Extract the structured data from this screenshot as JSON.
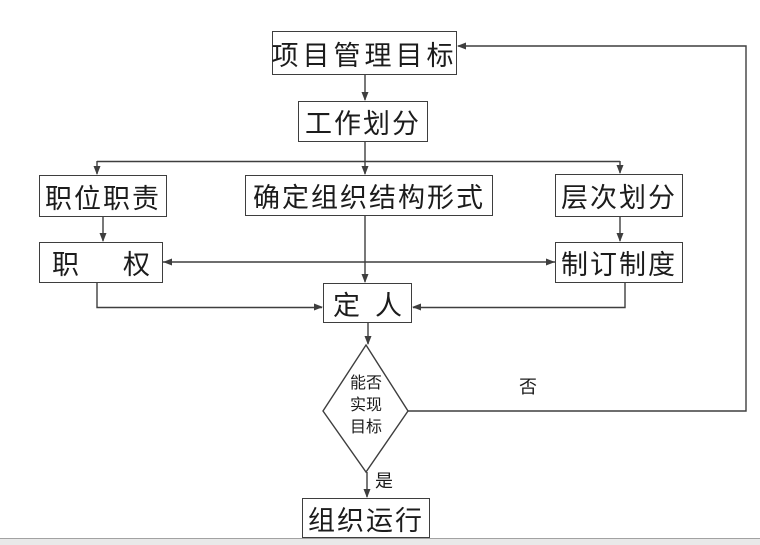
{
  "diagram": {
    "nodes": {
      "goal": {
        "label": "项目管理目标"
      },
      "work": {
        "label": "工作划分"
      },
      "position": {
        "label": "职位职责"
      },
      "structure": {
        "label": "确定组织结构形式"
      },
      "level": {
        "label": "层次划分"
      },
      "authority": {
        "label_left": "职",
        "label_right": "权"
      },
      "system": {
        "label": "制订制度"
      },
      "person": {
        "label_left": "定",
        "label_right": "人"
      },
      "run": {
        "label": "组织运行"
      },
      "decision": {
        "lines": [
          "能否",
          "实现",
          "目标"
        ]
      }
    },
    "edge_labels": {
      "no": "否",
      "yes": "是"
    },
    "colors": {
      "line": "#3e3e3e",
      "background": "#ffffff",
      "text": "#1c1c1c",
      "page_edge": "#e9e9e9"
    }
  }
}
